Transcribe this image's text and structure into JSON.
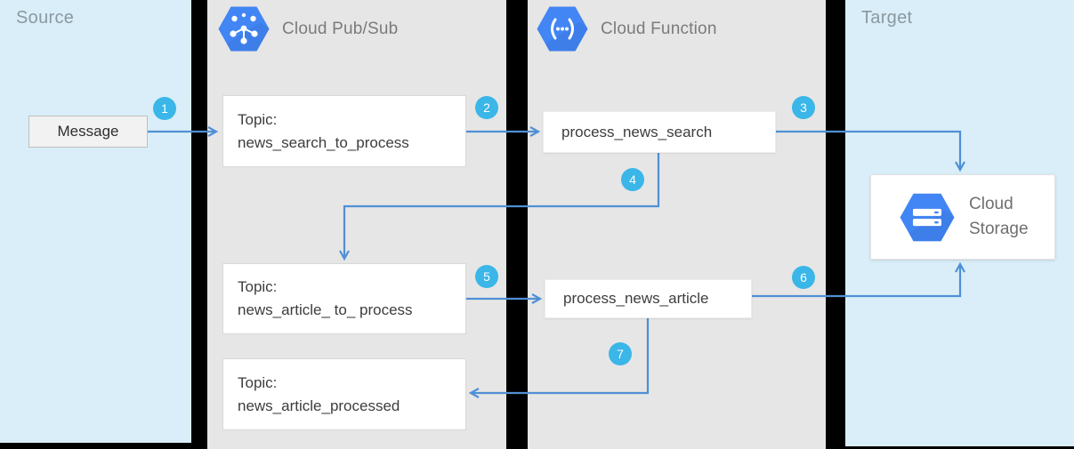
{
  "lanes": {
    "source_label": "Source",
    "target_label": "Target",
    "pubsub_title": "Cloud Pub/Sub",
    "function_title": "Cloud Function"
  },
  "nodes": {
    "message_label": "Message",
    "topics": [
      {
        "prefix": "Topic:",
        "name": "news_search_to_process"
      },
      {
        "prefix": "Topic:",
        "name": "news_article_ to_ process"
      },
      {
        "prefix": "Topic:",
        "name": "news_article_processed"
      }
    ],
    "functions": [
      {
        "name": "process_news_search"
      },
      {
        "name": "process_news_article"
      }
    ],
    "storage_label": "Cloud Storage"
  },
  "steps": [
    {
      "number": "1"
    },
    {
      "number": "2"
    },
    {
      "number": "3"
    },
    {
      "number": "4"
    },
    {
      "number": "5"
    },
    {
      "number": "6"
    },
    {
      "number": "7"
    }
  ],
  "icons": {
    "pubsub": "pubsub-hexagon-icon",
    "function": "cloud-function-hexagon-icon",
    "storage": "cloud-storage-hexagon-icon"
  },
  "colors": {
    "panel_blue": "#d9eef8",
    "panel_gray": "#e6e6e6",
    "divider_black": "#000000",
    "hexagon_blue": "#4285f4",
    "badge_cyan": "#3ab6e8",
    "arrow_blue": "#4f90d5",
    "title_gray": "#7b7b7b",
    "lane_label_gray": "#8b99a1"
  }
}
